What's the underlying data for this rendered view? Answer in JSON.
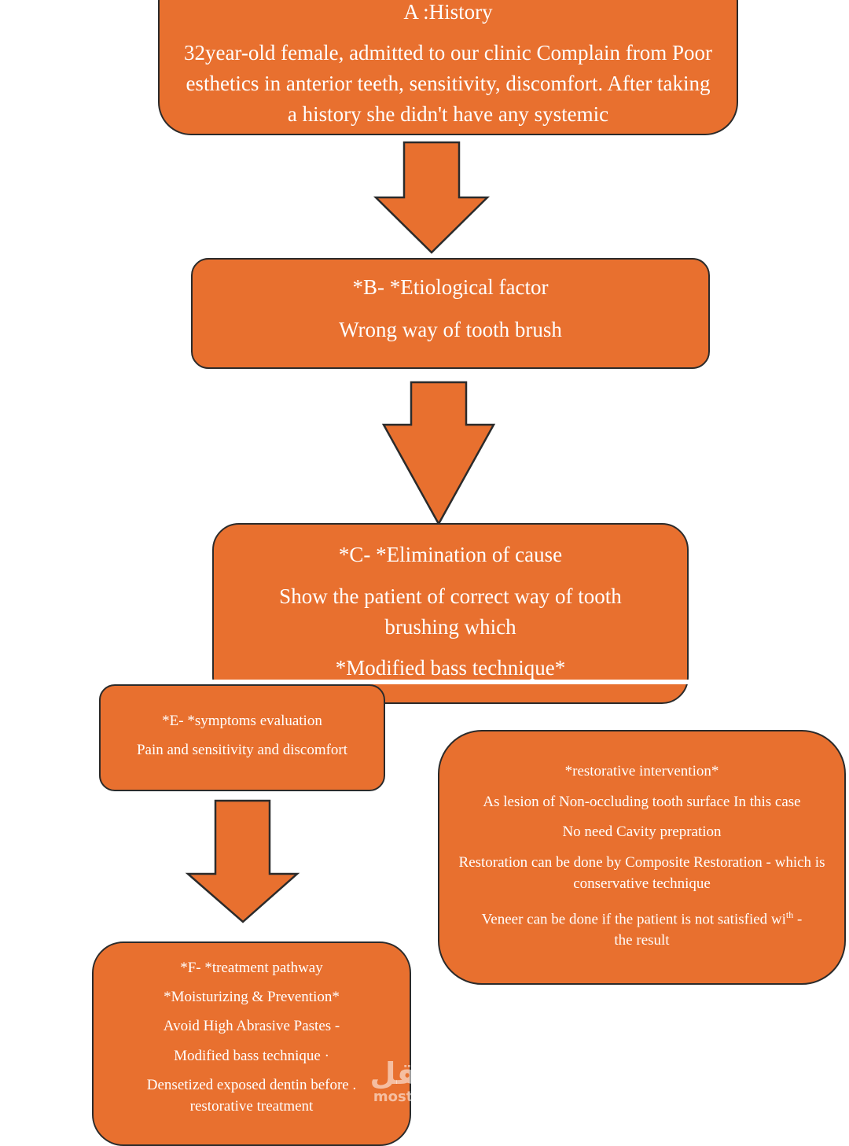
{
  "colors": {
    "box_fill": "#e8702f",
    "box_stroke": "#2b2b2b",
    "text": "#ffffff"
  },
  "box_a": {
    "title": "A :History",
    "body": "32year-old female, admitted to our clinic Complain from Poor esthetics in anterior teeth, sensitivity, discomfort. After taking a history she didn't have any systemic"
  },
  "box_b": {
    "title": "*B- *Etiological factor",
    "body": "Wrong way of tooth brush"
  },
  "box_c": {
    "title": "*C- *Elimination of cause",
    "body": "Show the patient of correct way of tooth brushing which",
    "technique": "*Modified bass technique*"
  },
  "box_e": {
    "title": "*E- *symptoms evaluation",
    "body": "Pain and sensitivity and discomfort"
  },
  "box_restorative": {
    "title": "*restorative intervention*",
    "line2": "As lesion of  Non-occluding tooth surface In this case",
    "line3": "No need Cavity prepration",
    "line4": "Restoration can be done by Composite Restoration  - which is conservative technique",
    "line5_main": "Veneer can be done if the patient is not satisfied wi",
    "line5_sup": "th",
    "line5_dash": "  -",
    "line5_end": "the result"
  },
  "box_f": {
    "title": "*F- *treatment pathway",
    "line2": "*Moisturizing & Prevention*",
    "line3": "Avoid High Abrasive Pastes   -",
    "line4": "Modified bass technique  ·",
    "line5": "Densetized exposed dentin before  . restorative treatment"
  },
  "watermark": {
    "arabic": "مستقل",
    "latin": "mostaql.com"
  }
}
